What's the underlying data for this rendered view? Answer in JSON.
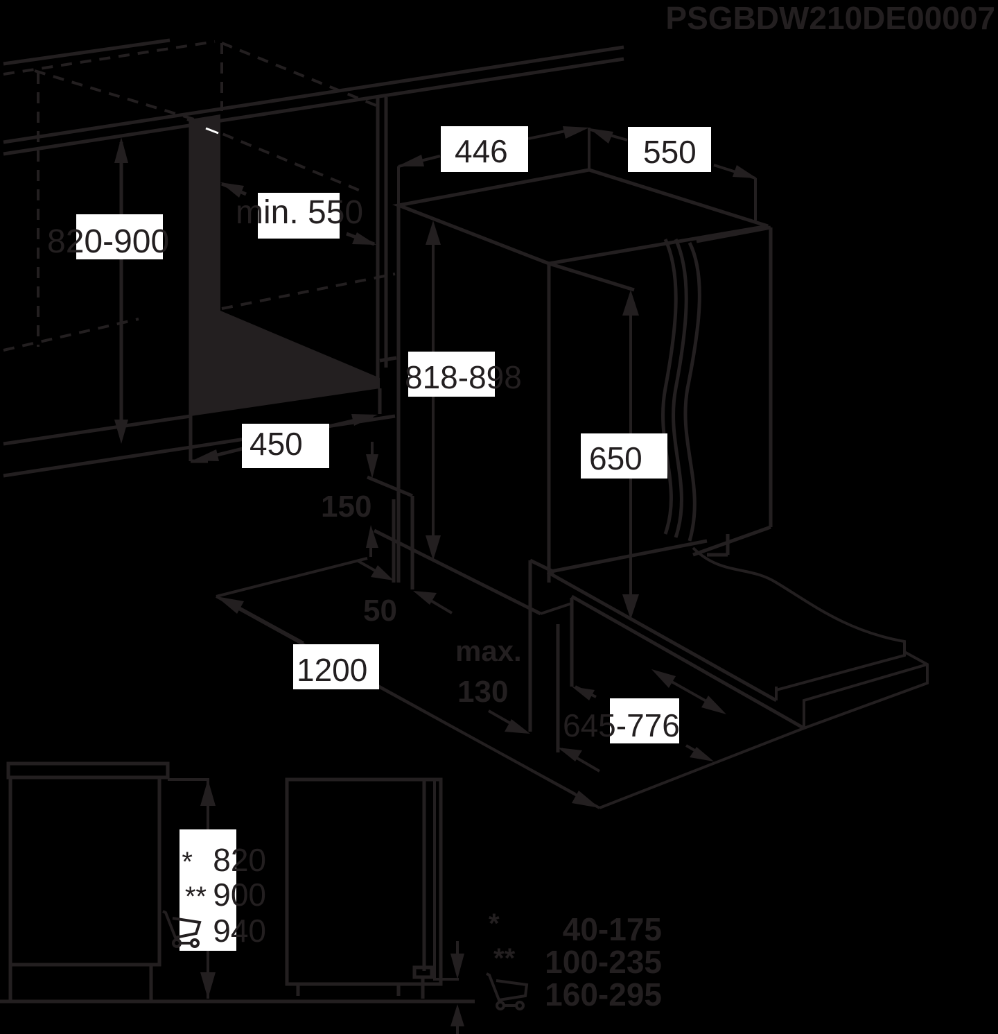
{
  "diagram": {
    "code": "PSGBDW210DE00007",
    "title_hint": "Built-in dishwasher installation dimensions (mm)",
    "dimensions": {
      "niche_height": "820-900",
      "niche_depth_min": "min. 550",
      "niche_width": "450",
      "appliance_width": "446",
      "appliance_depth": "550",
      "appliance_height": "818-898",
      "door_height": "650",
      "clearance_150": "150",
      "clearance_50": "50",
      "door_swing": "1200",
      "plinth_max_label": "max.",
      "plinth_max_value": "130",
      "door_reach": "645-776"
    },
    "side_view": {
      "height_rows": [
        {
          "marker": "*",
          "value": "820"
        },
        {
          "marker": "**",
          "value": "900"
        },
        {
          "marker": "cart-icon",
          "value": "940"
        }
      ]
    },
    "legend": {
      "rows": [
        {
          "marker": "*",
          "range": "40-175"
        },
        {
          "marker": "**",
          "range": "100-235"
        },
        {
          "marker": "cart-icon",
          "range": "160-295"
        }
      ]
    },
    "colors": {
      "line": "#231f20",
      "background": "#000000",
      "label_box": "#ffffff"
    }
  }
}
